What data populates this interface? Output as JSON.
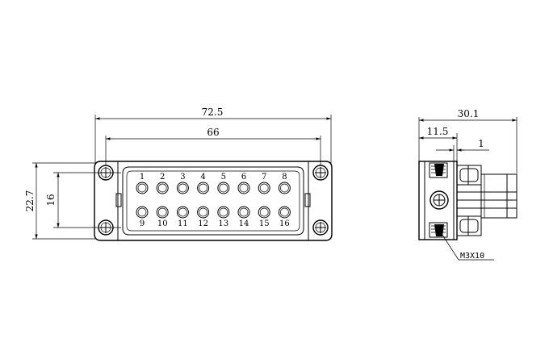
{
  "front_view": {
    "dim_overall_width": "72.5",
    "dim_mount_spacing": "66",
    "dim_overall_height": "22.7",
    "dim_pin_rows": "16",
    "pins_top": [
      "1",
      "2",
      "3",
      "4",
      "5",
      "6",
      "7",
      "8"
    ],
    "pins_bottom": [
      "9",
      "10",
      "11",
      "12",
      "13",
      "14",
      "15",
      "16"
    ]
  },
  "side_view": {
    "dim_depth": "30.1",
    "dim_offset": "11.5",
    "dim_flange": "1",
    "screw_label": "M3X10"
  }
}
